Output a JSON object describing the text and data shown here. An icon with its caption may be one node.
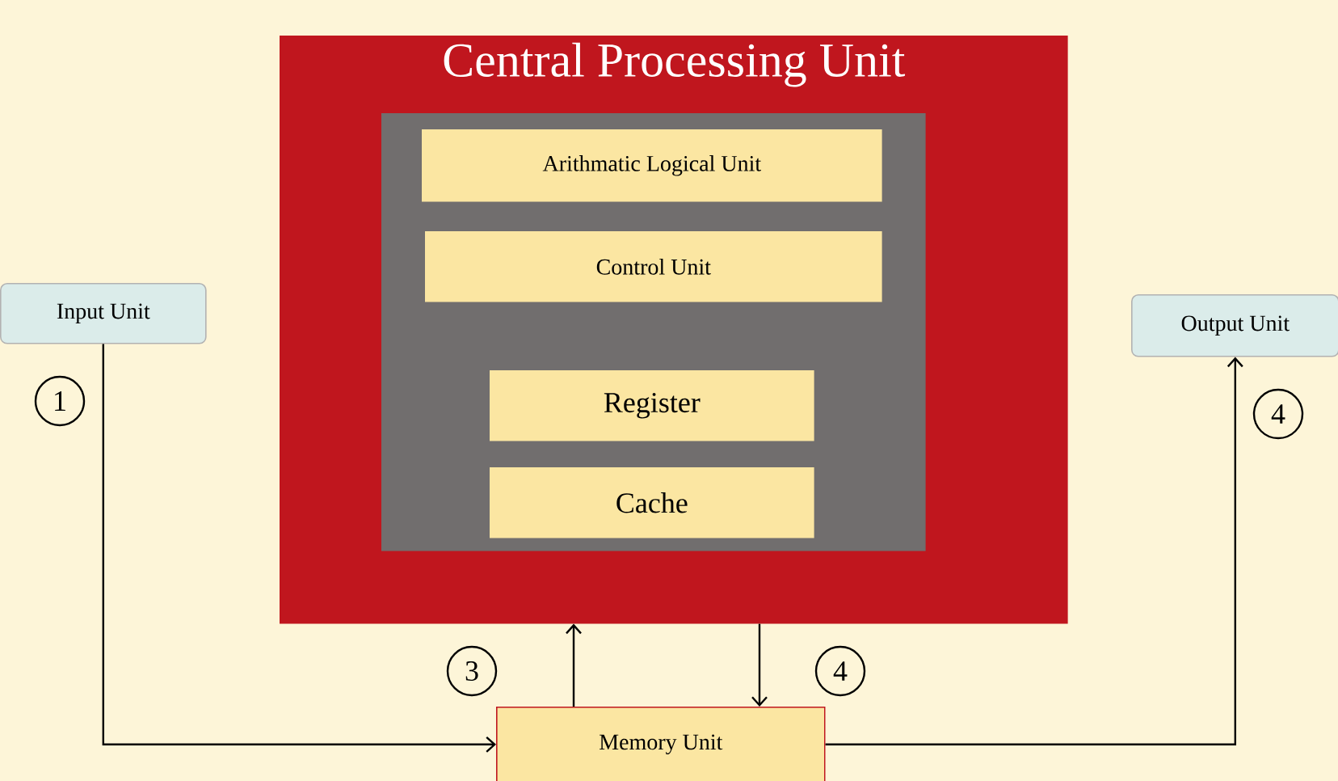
{
  "diagram": {
    "nodes": [
      {
        "text": [
          "Central Processing Unit"
        ]
      },
      {
        "text": [],
        "shape": "box",
        "in": 0
      },
      {
        "text": [
          "Arithmatic Logical Unit"
        ],
        "in": 1
      },
      {
        "text": [
          "Control Unit"
        ],
        "in": 1
      },
      {
        "text": [
          "Register"
        ],
        "in": 1
      },
      {
        "text": [
          "Cache"
        ],
        "in": 1
      },
      {
        "text": [
          "Input Unit"
        ]
      },
      {
        "text": [
          "Output Unit"
        ]
      },
      {
        "text": [
          "Memory Unit"
        ]
      }
    ],
    "edges": [
      {
        "from": 6,
        "to": 8,
        "arrow": "to"
      },
      {
        "from": 8,
        "to": 0,
        "arrow": "to"
      },
      {
        "from": 0,
        "to": 8,
        "arrow": "to"
      },
      {
        "from": 8,
        "to": 7,
        "arrow": "to"
      }
    ],
    "labels": [
      "1",
      "3",
      "4",
      "4"
    ]
  }
}
